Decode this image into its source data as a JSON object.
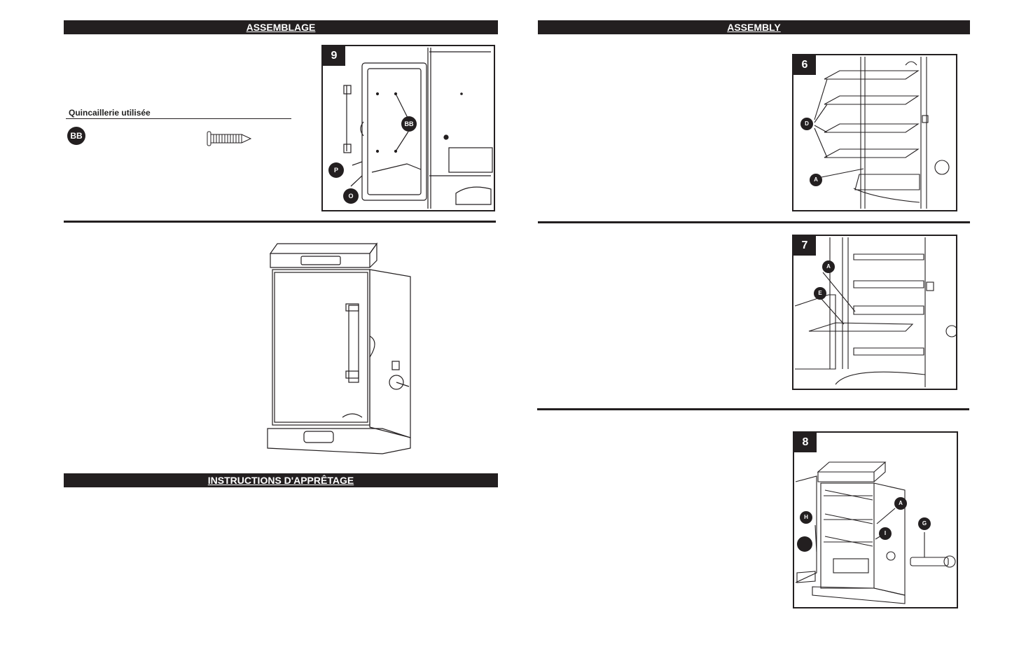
{
  "left": {
    "header": "ASSEMBLAGE",
    "hardware_title": "Quincaillerie utilisée",
    "hardware_badge": "BB",
    "figure9": {
      "number": "9",
      "labels": {
        "bb": "BB",
        "p": "P",
        "o": "O"
      }
    },
    "seasoning_header": "INSTRUCTIONS D'APPRÊTAGE"
  },
  "right": {
    "header": "ASSEMBLY",
    "figure6": {
      "number": "6",
      "labels": {
        "d": "D",
        "a": "A"
      }
    },
    "figure7": {
      "number": "7",
      "labels": {
        "a": "A",
        "e": "E"
      }
    },
    "figure8": {
      "number": "8",
      "labels": {
        "a": "A",
        "h": "H",
        "g": "G",
        "i": "I"
      }
    }
  },
  "colors": {
    "ink": "#231f20",
    "paper": "#ffffff"
  }
}
